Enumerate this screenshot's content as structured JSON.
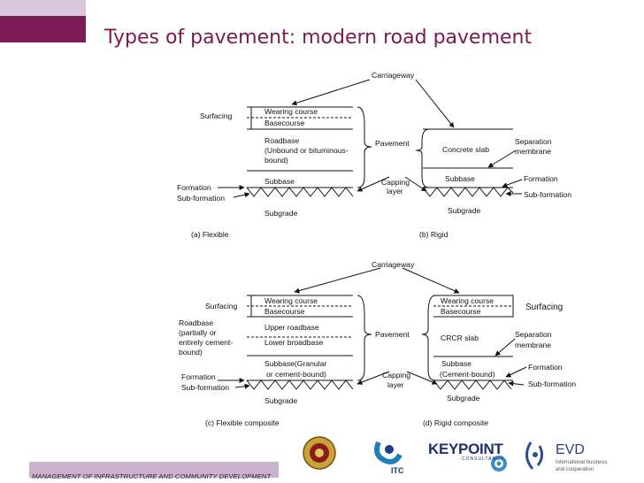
{
  "slide": {
    "title": "Types of pavement: modern road pavement",
    "footer": "MANAGEMENT OF INFRASTRUCTURE AND COMMUNITY DEVELOPMENT"
  },
  "figure_top": {
    "carriageway": "Carriageway",
    "surfacing": "Surfacing",
    "wearing_course": "Wearing course",
    "basecourse": "Basecourse",
    "roadbase": [
      "Roadbase",
      "(Unbound or bituminous-",
      "bound)"
    ],
    "pavement": "Pavement",
    "concrete_slab": "Concrete slab",
    "separation_membrane": [
      "Separation",
      "membrane"
    ],
    "subbase_left": "Subbase",
    "subbase_right": "Subbase",
    "capping_layer": [
      "Capping",
      "layer"
    ],
    "formation_left": "Formation",
    "subformation_left": "Sub-formation",
    "formation_right": "Formation",
    "subformation_right": "Sub-formation",
    "subgrade_left": "Subgrade",
    "subgrade_right": "Subgrade",
    "caption_a": "(a) Flexible",
    "caption_b": "(b) Rigid"
  },
  "figure_bottom": {
    "carriageway": "Carriageway",
    "surfacing_left": "Surfacing",
    "surfacing_right": "Surfacing",
    "wearing_left": "Wearing course",
    "basecourse_left": "Basecourse",
    "wearing_right": "Wearing course",
    "basecourse_right": "Basecourse",
    "roadbase": [
      "Roadbase",
      "(partially or",
      "entirely cement-",
      "bound)"
    ],
    "upper_roadbase": "Upper roadbase",
    "lower_roadbase": "Lower broadbase",
    "pavement": "Pavement",
    "crcr_slab": "CRCR slab",
    "separation_membrane": [
      "Separation",
      "membrane"
    ],
    "subbase_left": [
      "Subbase(Granular",
      "or cement-bound)"
    ],
    "subbase_right": [
      "Subbase",
      "(Cement-bound)"
    ],
    "capping_layer": [
      "Capping",
      "layer"
    ],
    "formation_left": "Formation",
    "subformation_left": "Sub-formation",
    "formation_right": "Formation",
    "subformation_right": "Sub-formation",
    "subgrade_left": "Subgrade",
    "subgrade_right": "Subgrade",
    "caption_c": "(c) Flexible composite",
    "caption_d": "(d) Rigid composite"
  },
  "logos": {
    "keypoint": "KEYPOINT",
    "keypoint_sub": "CONSULTANCY",
    "itc": "ITC",
    "evd": "EVD",
    "evd_sub": "International business and cooperation"
  },
  "colors": {
    "accent": "#7d1a57",
    "accent_light": "#d9c7dc",
    "title": "#7a1a52",
    "footer_bar": "#c8b2cc"
  }
}
